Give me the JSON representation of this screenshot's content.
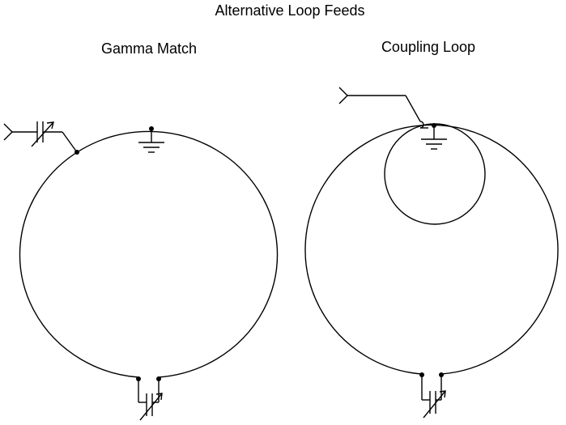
{
  "diagram": {
    "title": "Alternative Loop Feeds",
    "left_label": "Gamma Match",
    "right_label": "Coupling Loop"
  }
}
